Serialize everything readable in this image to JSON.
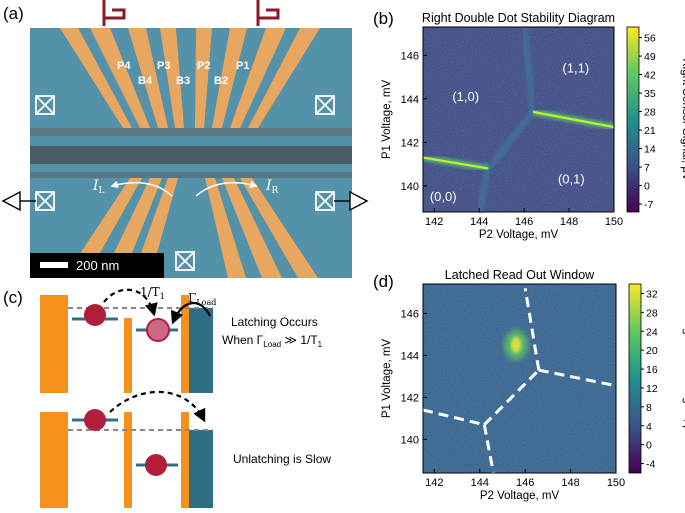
{
  "panels": {
    "a": "(a)",
    "b": "(b)",
    "c": "(c)",
    "d": "(d)"
  },
  "device": {
    "gate_labels_top": [
      "P4",
      "P3",
      "P2",
      "P1"
    ],
    "gate_labels_bottom": [
      "B4",
      "B3",
      "B2"
    ],
    "current_left": "I",
    "current_left_sub": "L",
    "current_right": "I",
    "current_right_sub": "R",
    "scale_bar": "200 nm",
    "colors": {
      "substrate": "#4f8ea6",
      "gate": "#e8a760",
      "lead": "#8b1a2a",
      "strip": "#4a5a66"
    }
  },
  "chart_data": [
    {
      "type": "heatmap",
      "title": "Right Double Dot Stability Diagram",
      "xlabel": "P2 Voltage, mV",
      "ylabel": "P1 Voltage, mV",
      "xlim": [
        141.5,
        150
      ],
      "ylim": [
        138.8,
        147.3
      ],
      "xticks": [
        "142",
        "144",
        "146",
        "148",
        "150"
      ],
      "yticks": [
        "140",
        "142",
        "144",
        "146"
      ],
      "colorbar_label": "Right Sensor Signal, μV",
      "colorbar_ticks": [
        "-7",
        "0",
        "7",
        "14",
        "21",
        "28",
        "35",
        "42",
        "49",
        "56"
      ],
      "colorbar_range": [
        -10,
        60
      ],
      "charge_states": [
        {
          "label": "(1,0)",
          "x": 143.4,
          "y": 143.9
        },
        {
          "label": "(1,1)",
          "x": 148.3,
          "y": 145.2
        },
        {
          "label": "(0,1)",
          "x": 148.1,
          "y": 140.1
        },
        {
          "label": "(0,0)",
          "x": 142.4,
          "y": 139.3
        }
      ],
      "transition_lines": [
        {
          "x": [
            141.5,
            144.4
          ],
          "y": [
            141.3,
            140.8
          ]
        },
        {
          "x": [
            146.4,
            150
          ],
          "y": [
            143.4,
            142.7
          ]
        }
      ],
      "faint_lines": [
        {
          "x": [
            144.4,
            146.4
          ],
          "y": [
            140.8,
            143.4
          ]
        },
        {
          "x": [
            144.4,
            144.0
          ],
          "y": [
            140.8,
            138.8
          ]
        },
        {
          "x": [
            146.4,
            146.0
          ],
          "y": [
            143.4,
            147.3
          ]
        }
      ]
    },
    {
      "type": "heatmap",
      "title": "Latched Read Out Window",
      "xlabel": "P2 Voltage, mV",
      "ylabel": "P1 Voltage, mV",
      "xlim": [
        141.5,
        150
      ],
      "ylim": [
        138.4,
        147.4
      ],
      "xticks": [
        "142",
        "144",
        "146",
        "148",
        "150"
      ],
      "yticks": [
        "140",
        "142",
        "144",
        "146"
      ],
      "colorbar_label": "Right Sensor Signal, μV",
      "colorbar_ticks": [
        "-4",
        "0",
        "4",
        "8",
        "12",
        "16",
        "20",
        "24",
        "28",
        "32"
      ],
      "colorbar_range": [
        -6,
        34
      ],
      "hotspot": {
        "x": 145.6,
        "y": 144.5
      },
      "dashed_lines": [
        {
          "x": [
            141.5,
            144.2
          ],
          "y": [
            141.4,
            140.7
          ]
        },
        {
          "x": [
            144.2,
            144.6
          ],
          "y": [
            140.7,
            138.4
          ]
        },
        {
          "x": [
            144.2,
            146.6
          ],
          "y": [
            140.7,
            143.3
          ]
        },
        {
          "x": [
            146.6,
            149.8
          ],
          "y": [
            143.3,
            142.6
          ]
        },
        {
          "x": [
            146.6,
            146.0
          ],
          "y": [
            143.3,
            147.2
          ]
        }
      ]
    }
  ],
  "energy_diagram": {
    "top": {
      "rate_label": "1/T",
      "rate_sub": "1",
      "load_label": "Γ",
      "load_sub": "Load",
      "caption_line1": "Latching Occurs",
      "caption_line2_pre": "When Γ",
      "caption_line2_sub": "Load",
      "caption_line2_post": " ≫ 1/T",
      "caption_line2_sub2": "1"
    },
    "bottom": {
      "caption": "Unlatching is Slow"
    },
    "colors": {
      "barrier": "#f5921e",
      "reservoir": "#2f6f86",
      "electron": "#b01e3c",
      "level": "#2f6f86"
    }
  }
}
